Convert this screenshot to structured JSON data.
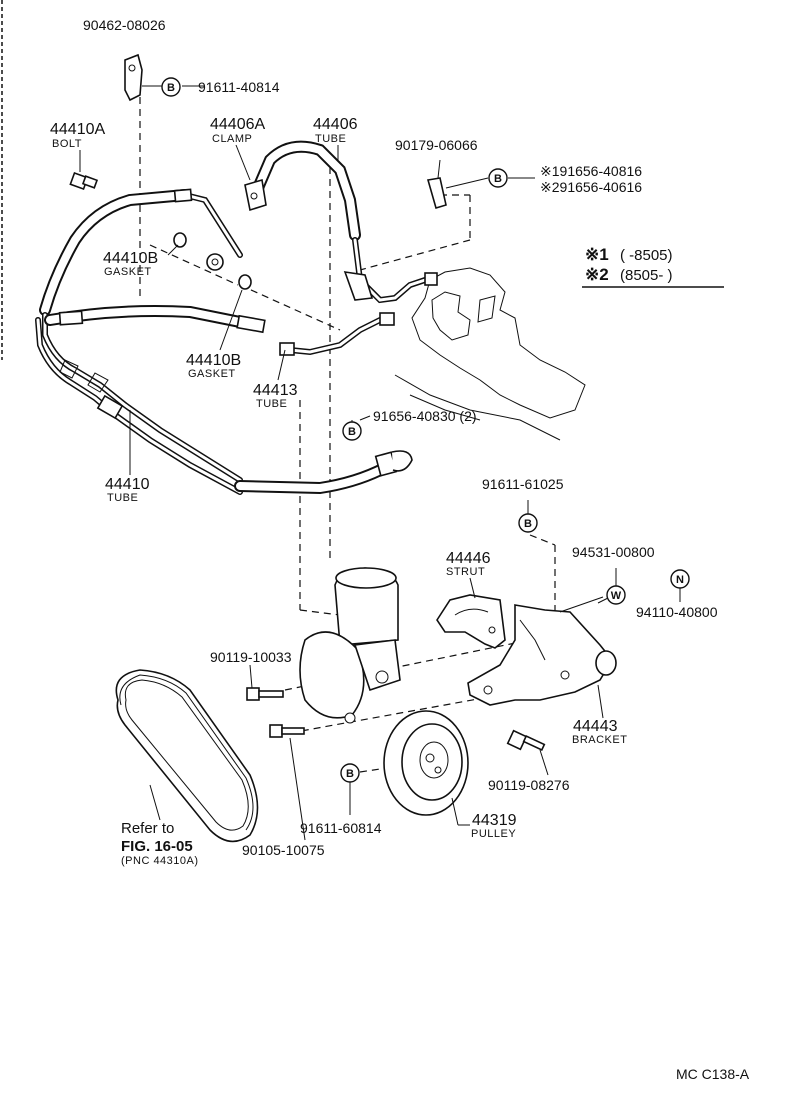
{
  "parts": {
    "p90462": {
      "number": "90462-08026"
    },
    "p91611_40814": {
      "number": "91611-40814"
    },
    "p44410A": {
      "number": "44410A",
      "caption": "BOLT"
    },
    "p44406A": {
      "number": "44406A",
      "caption": "CLAMP"
    },
    "p44406": {
      "number": "44406",
      "caption": "TUBE"
    },
    "p90179": {
      "number": "90179-06066"
    },
    "p91656_1": {
      "number": "91656-40816",
      "mark": "※1"
    },
    "p91656_2": {
      "number": "91656-40616",
      "mark": "※2"
    },
    "p44410B_a": {
      "number": "44410B",
      "caption": "GASKET"
    },
    "p44410B_b": {
      "number": "44410B",
      "caption": "GASKET"
    },
    "p44413": {
      "number": "44413",
      "caption": "TUBE"
    },
    "p91656_40830": {
      "number": "91656-40830 (2)"
    },
    "p44410": {
      "number": "44410",
      "caption": "TUBE"
    },
    "p91611_61025": {
      "number": "91611-61025"
    },
    "p44446": {
      "number": "44446",
      "caption": "STRUT"
    },
    "p94531": {
      "number": "94531-00800"
    },
    "p94110": {
      "number": "94110-40800"
    },
    "p90119_10033": {
      "number": "90119-10033"
    },
    "p44443": {
      "number": "44443",
      "caption": "BRACKET"
    },
    "p90119_08276": {
      "number": "90119-08276"
    },
    "p91611_60814": {
      "number": "91611-60814"
    },
    "p44319": {
      "number": "44319",
      "caption": "PULLEY"
    },
    "p90105": {
      "number": "90105-10075"
    }
  },
  "symbols": {
    "b": "B",
    "w": "W",
    "n": "N"
  },
  "legend": {
    "row1_mark": "※1",
    "row1_text": "(          -8505)",
    "row2_mark": "※2",
    "row2_text": "(8505-          )"
  },
  "refer": {
    "line1": "Refer to",
    "line2": "FIG. 16-05",
    "line3": "(PNC 44310A)"
  },
  "footer": {
    "code": "MC  C138-A"
  }
}
